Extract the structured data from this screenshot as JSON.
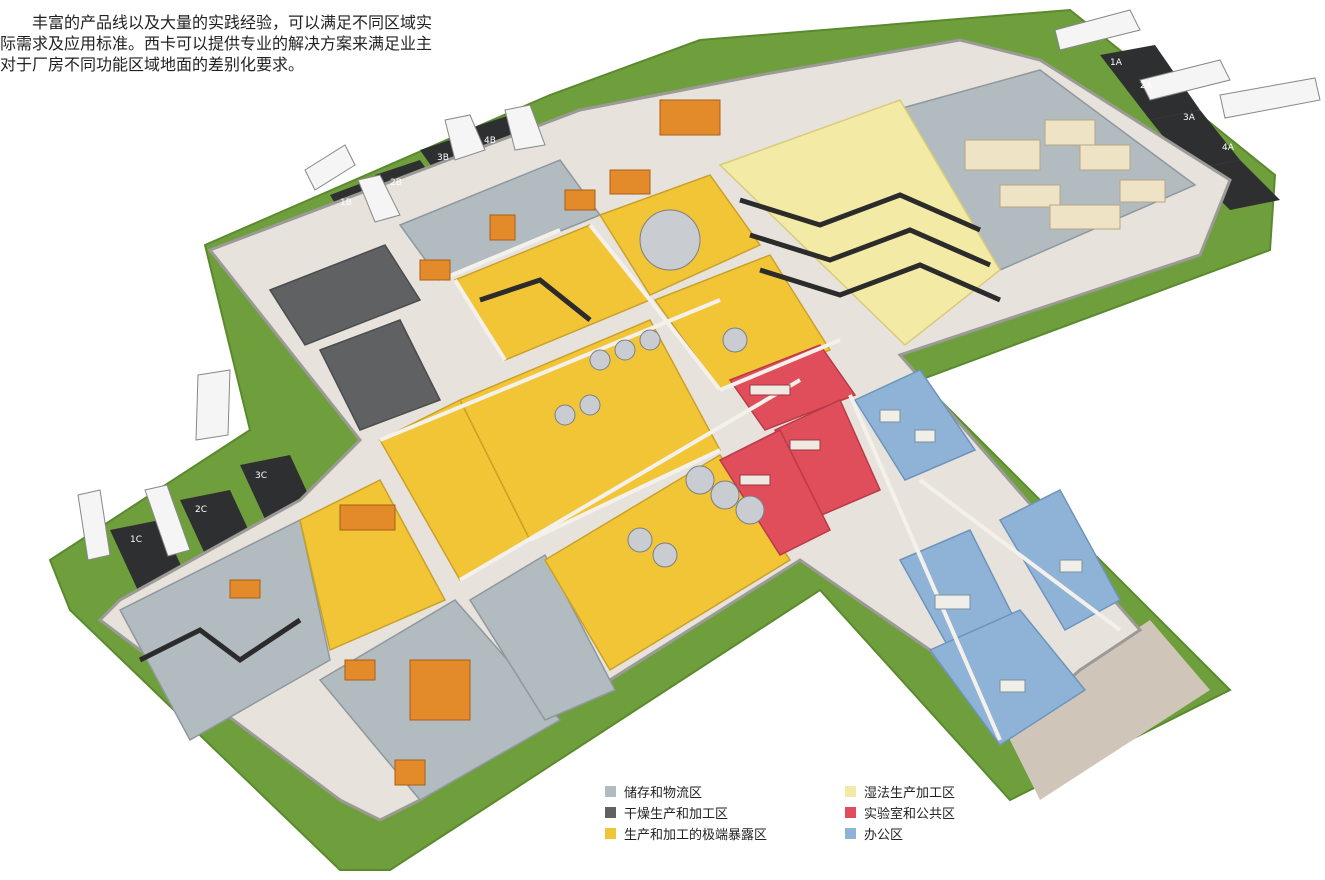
{
  "intro_text": "丰富的产品线以及大量的实践经验，可以满足不同区域实际需求及应用标准。西卡可以提供专业的解决方案来满足业主对于厂房不同功能区域地面的差别化要求。",
  "dock_labels": [
    "1A",
    "2A",
    "3A",
    "4A",
    "1B",
    "2B",
    "3B",
    "4B",
    "1C",
    "2C",
    "3C"
  ],
  "legend": [
    {
      "label": "储存和物流区",
      "color": "#b2bbc0"
    },
    {
      "label": "湿法生产加工区",
      "color": "#f3eaa6"
    },
    {
      "label": "干燥生产和加工区",
      "color": "#5f6163"
    },
    {
      "label": "实验室和公共区",
      "color": "#e04e5c"
    },
    {
      "label": "生产和加工的极端暴露区",
      "color": "#f2c536"
    },
    {
      "label": "办公区",
      "color": "#8fb3d6"
    }
  ]
}
